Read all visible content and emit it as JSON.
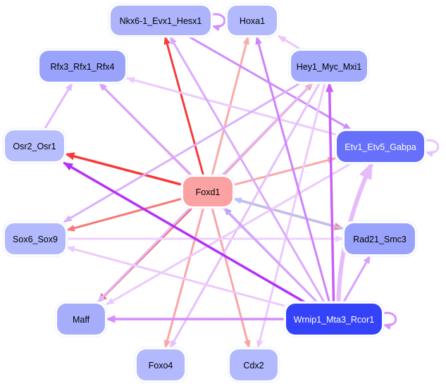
{
  "graph": {
    "type": "directed-network",
    "nodes": [
      {
        "id": "Nkx6-1_Evx1_Hesx1",
        "label": "Nkx6-1_Evx1_Hesx1",
        "fill": "#adb4fb",
        "text_color": "#000000"
      },
      {
        "id": "Hoxa1",
        "label": "Hoxa1",
        "fill": "#b2b9fd",
        "text_color": "#000000"
      },
      {
        "id": "Rfx3_Rfx1_Rfx4",
        "label": "Rfx3_Rfx1_Rfx4",
        "fill": "#9aa3fb",
        "text_color": "#000000"
      },
      {
        "id": "Hey1_Myc_Mxi1",
        "label": "Hey1_Myc_Mxi1",
        "fill": "#a1aafc",
        "text_color": "#000000"
      },
      {
        "id": "Osr2_Osr1",
        "label": "Osr2_Osr1",
        "fill": "#b7befd",
        "text_color": "#000000"
      },
      {
        "id": "Etv1_Etv5_Gabpa",
        "label": "Etv1_Etv5_Gabpa",
        "fill": "#6670fb",
        "text_color": "#ffffff"
      },
      {
        "id": "Foxd1",
        "label": "Foxd1",
        "fill": "#fca2a2",
        "text_color": "#000000"
      },
      {
        "id": "Sox6_Sox9",
        "label": "Sox6_Sox9",
        "fill": "#b2b9fd",
        "text_color": "#000000"
      },
      {
        "id": "Rad21_Smc3",
        "label": "Rad21_Smc3",
        "fill": "#9aa3fb",
        "text_color": "#000000"
      },
      {
        "id": "Maff",
        "label": "Maff",
        "fill": "#a6aefc",
        "text_color": "#000000"
      },
      {
        "id": "Wrnip1_Mta3_Rcor1",
        "label": "Wrnip1_Mta3_Rcor1",
        "fill": "#3443fa",
        "text_color": "#ffffff"
      },
      {
        "id": "Foxo4",
        "label": "Foxo4",
        "fill": "#b2b9fd",
        "text_color": "#000000"
      },
      {
        "id": "Cdx2",
        "label": "Cdx2",
        "fill": "#b2b9fd",
        "text_color": "#000000"
      }
    ],
    "edges": [
      {
        "source": "Foxd1",
        "target": "Nkx6-1_Evx1_Hesx1",
        "color": "#f73b3b",
        "weight": 3
      },
      {
        "source": "Foxd1",
        "target": "Hoxa1",
        "color": "#fbaaaa",
        "weight": 3
      },
      {
        "source": "Foxd1",
        "target": "Rfx3_Rfx1_Rfx4",
        "color": "#fba5a5",
        "weight": 3
      },
      {
        "source": "Foxd1",
        "target": "Hey1_Myc_Mxi1",
        "color": "#fb9a9a",
        "weight": 3
      },
      {
        "source": "Foxd1",
        "target": "Osr2_Osr1",
        "color": "#f83838",
        "weight": 3.5
      },
      {
        "source": "Foxd1",
        "target": "Etv1_Etv5_Gabpa",
        "color": "#fba8a8",
        "weight": 3
      },
      {
        "source": "Foxd1",
        "target": "Sox6_Sox9",
        "color": "#f97777",
        "weight": 3
      },
      {
        "source": "Foxd1",
        "target": "Rad21_Smc3",
        "color": "#f98787",
        "weight": 3.5
      },
      {
        "source": "Foxd1",
        "target": "Maff",
        "color": "#f65757",
        "weight": 3.5
      },
      {
        "source": "Foxd1",
        "target": "Foxo4",
        "color": "#fba5a5",
        "weight": 3
      },
      {
        "source": "Foxd1",
        "target": "Cdx2",
        "color": "#fba5a5",
        "weight": 3
      },
      {
        "source": "Nkx6-1_Evx1_Hesx1",
        "target": "Nkx6-1_Evx1_Hesx1",
        "color": "#d590fb",
        "weight": 3
      },
      {
        "source": "Nkx6-1_Evx1_Hesx1",
        "target": "Etv1_Etv5_Gabpa",
        "color": "#cf8cfb",
        "weight": 3
      },
      {
        "source": "Hey1_Myc_Mxi1",
        "target": "Hoxa1",
        "color": "#ecc5fc",
        "weight": 3
      },
      {
        "source": "Osr2_Osr1",
        "target": "Rfx3_Rfx1_Rfx4",
        "color": "#e3b8fc",
        "weight": 3
      },
      {
        "source": "Etv1_Etv5_Gabpa",
        "target": "Rfx3_Rfx1_Rfx4",
        "color": "#eccafc",
        "weight": 3
      },
      {
        "source": "Etv1_Etv5_Gabpa",
        "target": "Etv1_Etv5_Gabpa",
        "color": "#e8c4fc",
        "weight": 3
      },
      {
        "source": "Hey1_Myc_Mxi1",
        "target": "Maff",
        "color": "#e1b7fc",
        "weight": 3
      },
      {
        "source": "Hey1_Myc_Mxi1",
        "target": "Foxo4",
        "color": "#e6c0fc",
        "weight": 3
      },
      {
        "source": "Hey1_Myc_Mxi1",
        "target": "Cdx2",
        "color": "#eccafc",
        "weight": 3
      },
      {
        "source": "Hey1_Myc_Mxi1",
        "target": "Sox6_Sox9",
        "color": "#dbb0fb",
        "weight": 3
      },
      {
        "source": "Sox6_Sox9",
        "target": "Rad21_Smc3",
        "color": "#f0d0fc",
        "weight": 3
      },
      {
        "source": "Rad21_Smc3",
        "target": "Foxd1",
        "color": "#b9c1fb",
        "weight": 3
      },
      {
        "source": "Etv1_Etv5_Gabpa",
        "target": "Maff",
        "color": "#eccafc",
        "weight": 3
      },
      {
        "source": "Wrnip1_Mta3_Rcor1",
        "target": "Wrnip1_Mta3_Rcor1",
        "color": "#d794fb",
        "weight": 3
      },
      {
        "source": "Wrnip1_Mta3_Rcor1",
        "target": "Osr2_Osr1",
        "color": "#b330f9",
        "weight": 3.5
      },
      {
        "source": "Wrnip1_Mta3_Rcor1",
        "target": "Maff",
        "color": "#d68cfa",
        "weight": 3.5
      },
      {
        "source": "Wrnip1_Mta3_Rcor1",
        "target": "Foxd1",
        "color": "#99a5f7",
        "weight": 3
      },
      {
        "source": "Wrnip1_Mta3_Rcor1",
        "target": "Sox6_Sox9",
        "color": "#eccafc",
        "weight": 3
      },
      {
        "source": "Wrnip1_Mta3_Rcor1",
        "target": "Rad21_Smc3",
        "color": "#d8a0fb",
        "weight": 3
      },
      {
        "source": "Wrnip1_Mta3_Rcor1",
        "target": "Hey1_Myc_Mxi1",
        "color": "#c85ff9",
        "weight": 3.5
      },
      {
        "source": "Wrnip1_Mta3_Rcor1",
        "target": "Etv1_Etv5_Gabpa",
        "color": "#e6bbfc",
        "weight": 6
      },
      {
        "source": "Wrnip1_Mta3_Rcor1",
        "target": "Hoxa1",
        "color": "#cf82fa",
        "weight": 3
      },
      {
        "source": "Wrnip1_Mta3_Rcor1",
        "target": "Nkx6-1_Evx1_Hesx1",
        "color": "#dcaafb",
        "weight": 3
      },
      {
        "source": "Wrnip1_Mta3_Rcor1",
        "target": "Rfx3_Rfx1_Rfx4",
        "color": "#d8a2fb",
        "weight": 3
      }
    ]
  }
}
